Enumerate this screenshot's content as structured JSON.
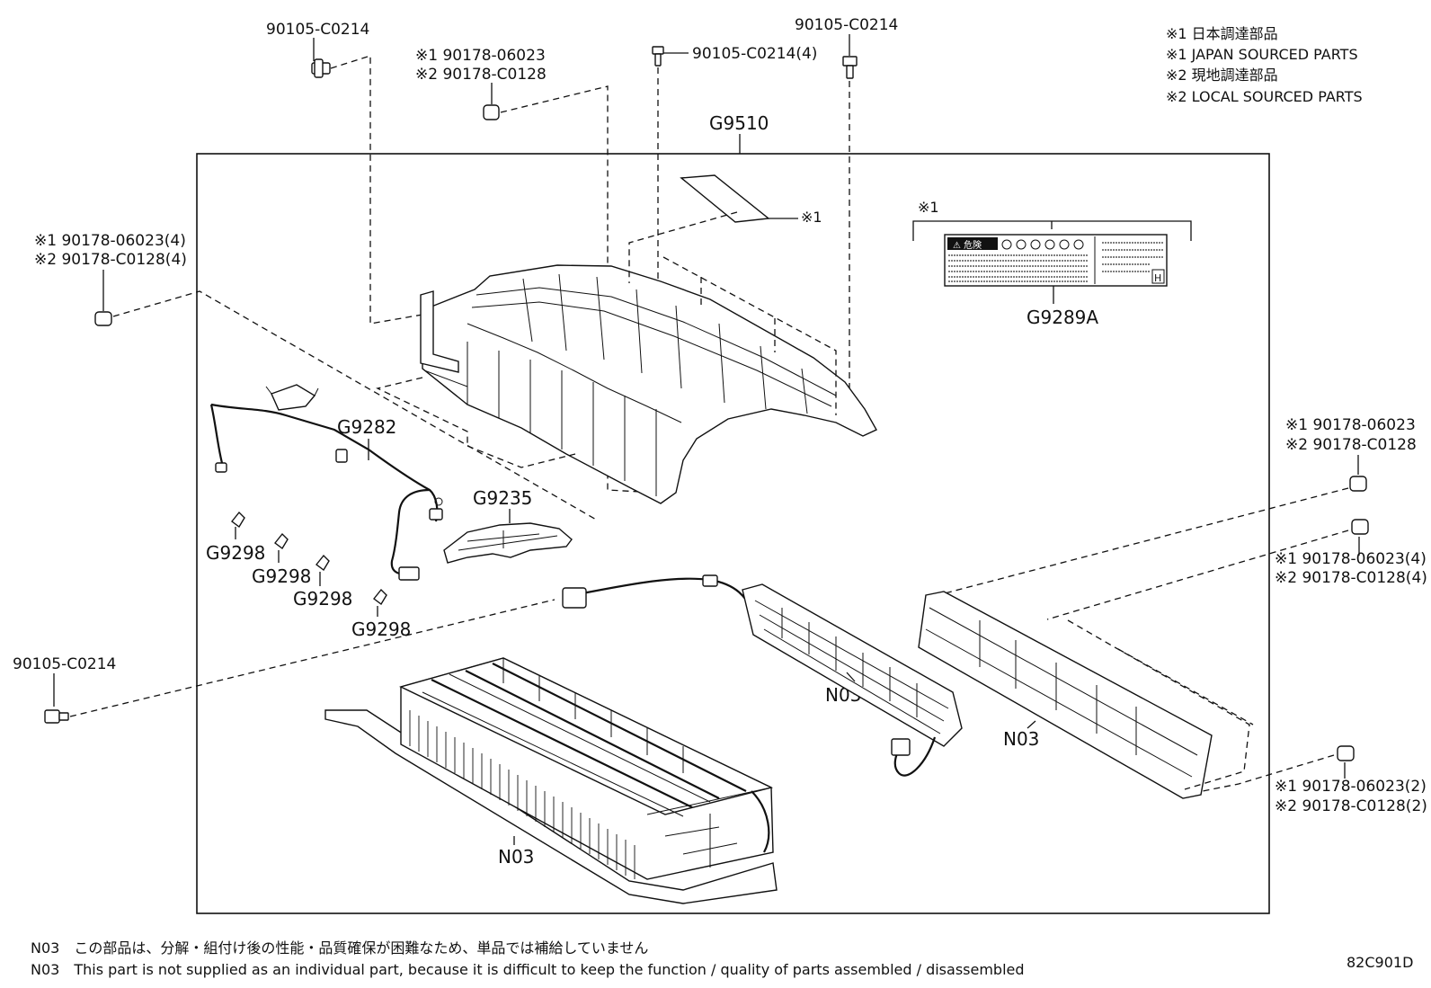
{
  "legend": [
    "※1 日本調達部品",
    "※1 JAPAN SOURCED PARTS",
    "※2 現地調達部品",
    "※2 LOCAL SOURCED PARTS"
  ],
  "callouts": {
    "bolt_top_left": "90105-C0214",
    "nut_top_l1": "※1 90178-06023",
    "nut_top_l2": "※2 90178-C0128",
    "bolt_top_mid": "90105-C0214(4)",
    "bolt_top_right": "90105-C0214",
    "cover": "G9510",
    "cover_label_mark": "※1",
    "caution_label_mark": "※1",
    "caution_label": "G9289A",
    "nut_left_l1": "※1 90178-06023(4)",
    "nut_left_l2": "※2 90178-C0128(4)",
    "wire": "G9282",
    "clamp_1": "G9298",
    "clamp_2": "G9298",
    "clamp_3": "G9298",
    "clamp_4": "G9298",
    "bracket": "G9235",
    "bolt_bottom_left": "90105-C0214",
    "nut_right_a_l1": "※1 90178-06023",
    "nut_right_a_l2": "※2 90178-C0128",
    "nut_right_b_l1": "※1 90178-06023(4)",
    "nut_right_b_l2": "※2 90178-C0128(4)",
    "nut_right_c_l1": "※1 90178-06023(2)",
    "nut_right_c_l2": "※2 90178-C0128(2)",
    "n03_junction": "N03",
    "n03_frame": "N03",
    "n03_battery": "N03"
  },
  "label_sheet": {
    "warn_box": "⚠ 危険",
    "h_mark": "H"
  },
  "footnotes": {
    "jp": "N03　この部品は、分解・組付け後の性能・品質確保が困難なため、単品では補給していません",
    "en": "N03　This part is not supplied as an individual part, because it is difficult to keep the function / quality of parts  assembled / disassembled"
  },
  "diagram_code": "82C901D"
}
